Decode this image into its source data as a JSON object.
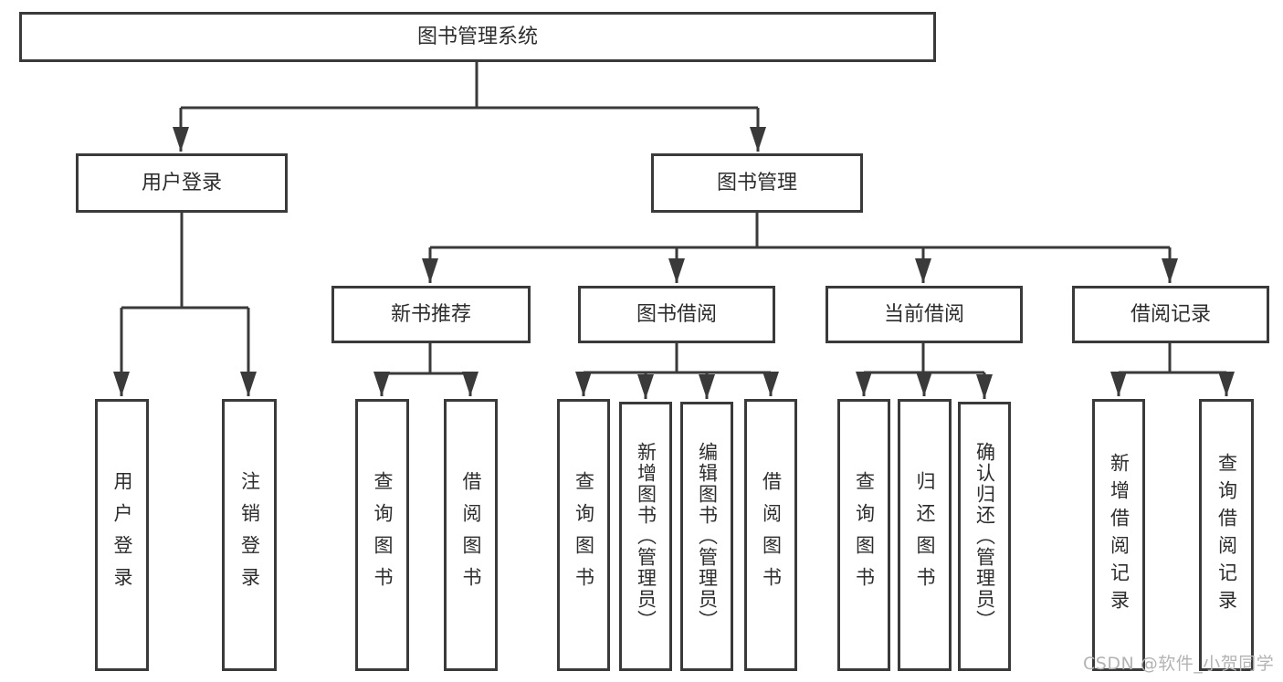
{
  "diagram": {
    "title": "图书管理系统",
    "tree": {
      "root": {
        "label": "图书管理系统"
      },
      "branches": [
        {
          "label": "用户登录",
          "children": [
            {
              "label": "用户登录"
            },
            {
              "label": "注销登录"
            }
          ]
        },
        {
          "label": "图书管理",
          "children": [
            {
              "label": "新书推荐",
              "children": [
                {
                  "label": "查询图书"
                },
                {
                  "label": "借阅图书"
                }
              ]
            },
            {
              "label": "图书借阅",
              "children": [
                {
                  "label": "查询图书"
                },
                {
                  "label": "新增图书（管理员）"
                },
                {
                  "label": "编辑图书（管理员）"
                },
                {
                  "label": "借阅图书"
                }
              ]
            },
            {
              "label": "当前借阅",
              "children": [
                {
                  "label": "查询图书"
                },
                {
                  "label": "归还图书"
                },
                {
                  "label": "确认归还（管理员）"
                }
              ]
            },
            {
              "label": "借阅记录",
              "children": [
                {
                  "label": "新增借阅记录"
                },
                {
                  "label": "查询借阅记录"
                }
              ]
            }
          ]
        }
      ]
    },
    "colors": {
      "line": "#3a3a3a",
      "node_border": "#3a3a3a",
      "node_text": "#2d2d2d",
      "background": "#ffffff",
      "watermark": "#b3b3b3"
    }
  },
  "watermark": {
    "text": "CSDN @软件_小贺同学"
  }
}
